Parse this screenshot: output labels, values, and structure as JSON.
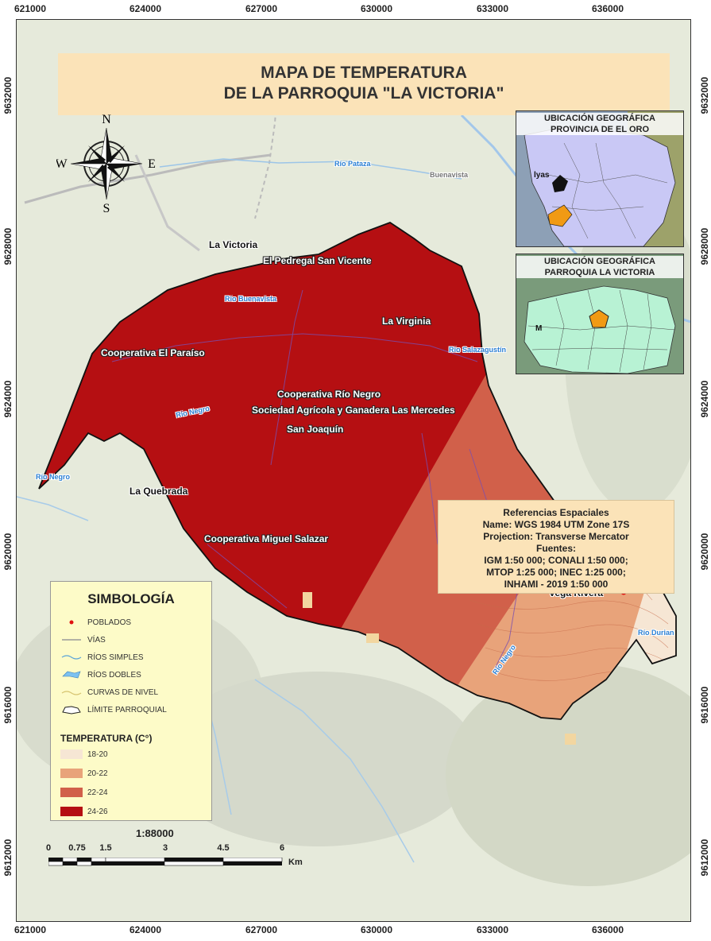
{
  "map": {
    "title_line1": "MAPA DE TEMPERATURA",
    "title_line2": "DE LA PARROQUIA \"LA VICTORIA\"",
    "scale_ratio": "1:88000",
    "scale_ticks": [
      "0",
      "0.75",
      "1.5",
      "3",
      "4.5",
      "6"
    ],
    "scale_unit": "Km",
    "compass": {
      "n": "N",
      "s": "S",
      "e": "E",
      "w": "W"
    }
  },
  "grid": {
    "easting": [
      "621000",
      "624000",
      "627000",
      "630000",
      "633000",
      "636000"
    ],
    "northing": [
      "9632000",
      "9628000",
      "9624000",
      "9620000",
      "9616000",
      "9612000"
    ]
  },
  "insets": {
    "province_title_1": "UBICACIÓN GEOGRÁFICA",
    "province_title_2": "PROVINCIA DE EL ORO",
    "parish_title_1": "UBICACIÓN GEOGRÁFICA",
    "parish_title_2": "PARROQUIA LA VICTORIA",
    "province_fragment": "lyas",
    "parish_fragment": "M"
  },
  "places": [
    "La Victoria",
    "El Pedregal San Vicente",
    "La Virginia",
    "Cooperativa El Paraíso",
    "Cooperativa Río Negro",
    "Sociedad Agrícola y Ganadera Las Mercedes",
    "San Joaquín",
    "La Quebrada",
    "Cooperativa Miguel Salazar",
    "Vega Rivera"
  ],
  "rivers": [
    "Río Buenavista",
    "Río Negro",
    "Río Negro",
    "Río Salazagustín",
    "Río Negro",
    "Río Durian"
  ],
  "basemap_labels": [
    "Buenavista",
    "Río Pataza"
  ],
  "legend": {
    "title": "SIMBOLOGÍA",
    "items": [
      {
        "label": "POBLADOS",
        "symbol": "red-dot-icon"
      },
      {
        "label": "VÍAS",
        "symbol": "road-line-icon"
      },
      {
        "label": "RÍOS SIMPLES",
        "symbol": "river-line-icon"
      },
      {
        "label": "RÍOS DOBLES",
        "symbol": "river-polygon-icon"
      },
      {
        "label": "CURVAS DE NIVEL",
        "symbol": "contour-line-icon"
      },
      {
        "label": "LÍMITE PARROQUIAL",
        "symbol": "boundary-icon"
      }
    ],
    "temp_title": "TEMPERATURA (C°)",
    "temp_classes": [
      {
        "label": "18-20",
        "color": "#f6e6d4"
      },
      {
        "label": "20-22",
        "color": "#e8a37a"
      },
      {
        "label": "22-24",
        "color": "#d1604a"
      },
      {
        "label": "24-26",
        "color": "#b50f12"
      }
    ]
  },
  "references": {
    "title": "Referencias Espaciales",
    "name": "Name: WGS 1984 UTM Zone 17S",
    "projection": "Projection: Transverse Mercator",
    "sources_title": "Fuentes:",
    "sources_1": "IGM 1:50 000; CONALI 1:50 000;",
    "sources_2": "MTOP 1:25 000; INEC 1:25 000;",
    "sources_3": "INHAMI - 2019 1:50 000"
  }
}
